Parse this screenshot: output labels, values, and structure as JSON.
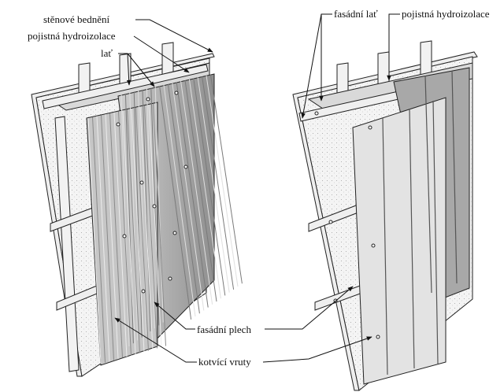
{
  "labels": {
    "wall_boarding": "stěnové bednění",
    "membrane_left": "pojistná hydroizolace",
    "batten": "lať",
    "facade_sheet": "fasádní plech",
    "anchor_screws": "kotvící vruty",
    "facade_batten": "fasádní lať",
    "membrane_right": "pojistná hydroizolace"
  },
  "colors": {
    "line": "#222222",
    "insulation": "#f4f4f4",
    "membrane": "#d7d7d7",
    "sheet_light": "#e4e4e4",
    "sheet_mid": "#bdbdbd",
    "sheet_dark": "#9a9a9a",
    "batten": "#efefef"
  },
  "icons": [
    "arrow-icon"
  ]
}
